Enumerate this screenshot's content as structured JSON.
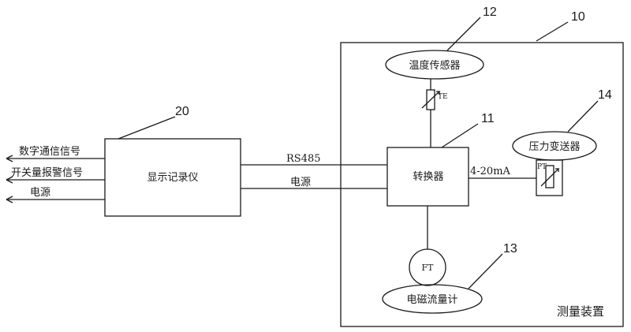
{
  "refs": {
    "device": "10",
    "converter": "11",
    "temp_sensor": "12",
    "flowmeter": "13",
    "pressure": "14",
    "recorder": "20"
  },
  "labels": {
    "recorder": "显示记录仪",
    "converter": "转换器",
    "temp_sensor": "温度传感器",
    "pressure": "压力变送器",
    "flowmeter": "电磁流量计",
    "device": "测量装置",
    "te": "TE",
    "pt": "PT",
    "ft": "FT",
    "current": "4-20mA",
    "rs485": "RS485",
    "power_link": "电源"
  },
  "outputs": [
    "数字通信信号",
    "开关量报警信号",
    "电源"
  ],
  "colors": {
    "line": "#1a1a1a",
    "background": "#ffffff"
  }
}
